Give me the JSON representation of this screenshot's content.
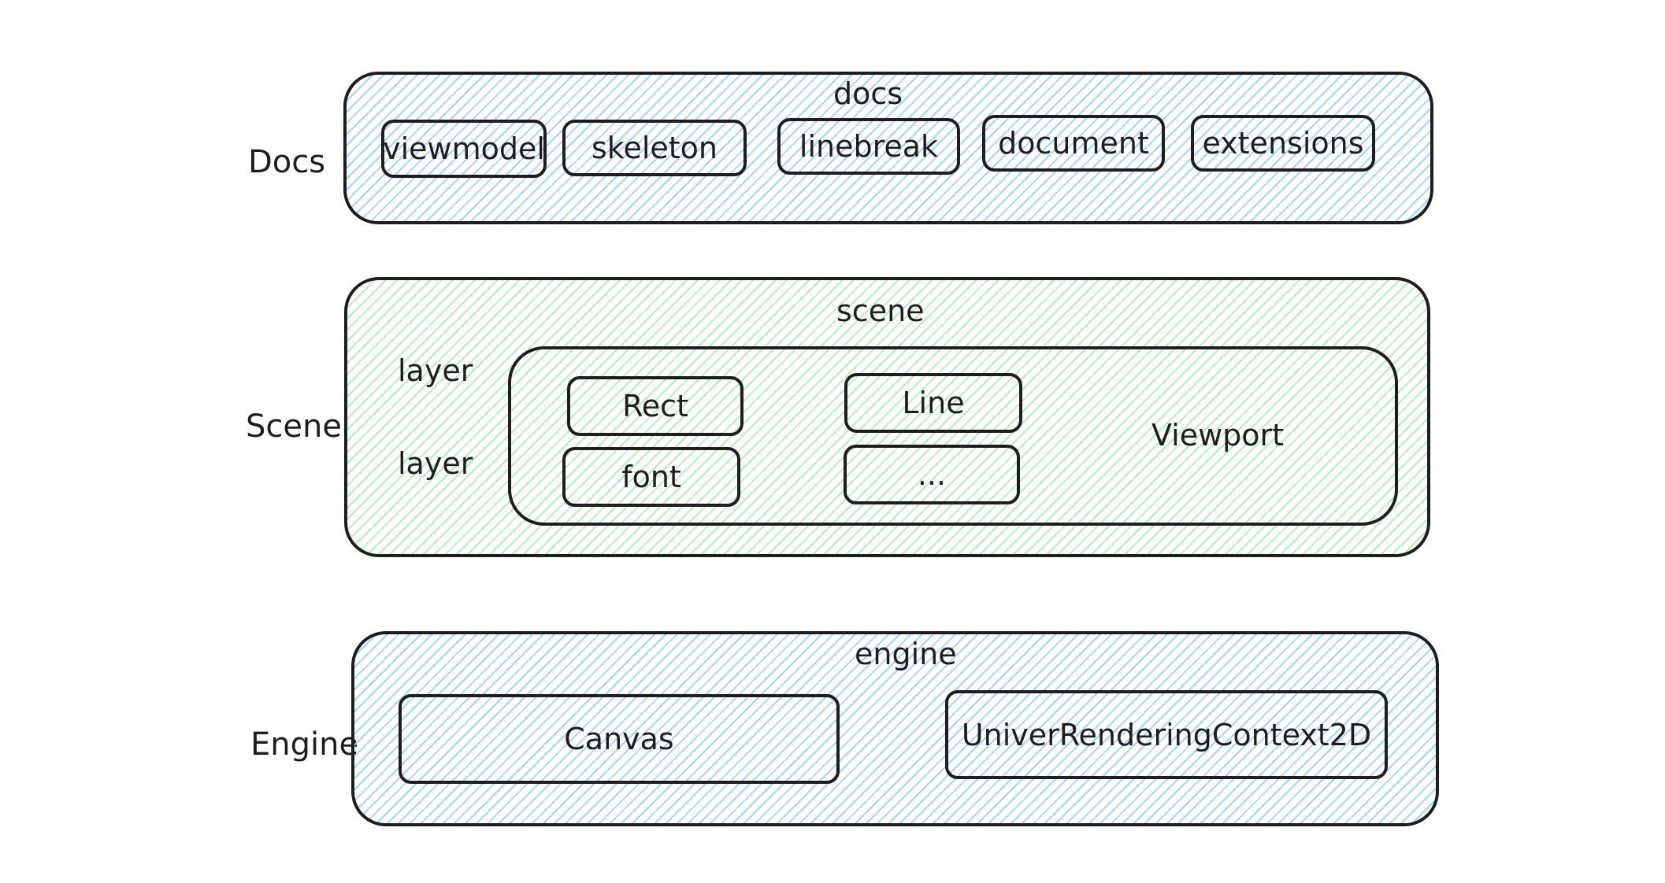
{
  "docs": {
    "side_label": "Docs",
    "title": "docs",
    "modules": [
      "viewmodel",
      "skeleton",
      "linebreak",
      "document",
      "extensions"
    ]
  },
  "scene": {
    "side_label": "Scene",
    "title": "scene",
    "layers": [
      "layer",
      "layer"
    ],
    "viewport_label": "Viewport",
    "objects": [
      "Rect",
      "Line",
      "font",
      "..."
    ]
  },
  "engine": {
    "side_label": "Engine",
    "title": "engine",
    "modules": [
      "Canvas",
      "UniverRenderingContext2D"
    ]
  },
  "colors": {
    "docs_fill": "#a5d8ff",
    "scene_fill": "#b2f2bb",
    "engine_fill": "#a5d8ff",
    "stroke": "#1e1e1e"
  }
}
